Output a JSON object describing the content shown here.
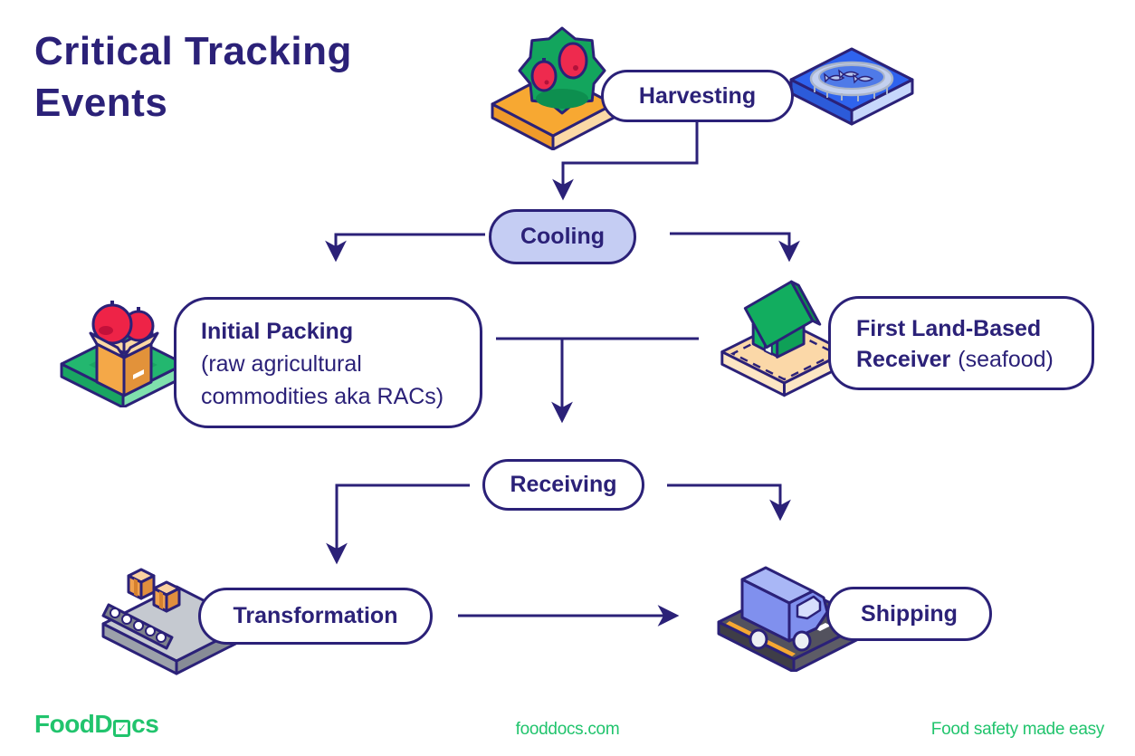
{
  "page_title": "Critical Tracking Events",
  "diagram": {
    "nodes": {
      "harvesting": {
        "label": "Harvesting"
      },
      "cooling": {
        "label": "Cooling"
      },
      "initial_packing": {
        "label": "Initial Packing",
        "sublabel": "(raw agricultural commodities aka RACs)"
      },
      "first_receiver": {
        "label_bold": "First Land-Based Receiver",
        "label_normal": "(seafood)"
      },
      "receiving": {
        "label": "Receiving"
      },
      "transformation": {
        "label": "Transformation"
      },
      "shipping": {
        "label": "Shipping"
      }
    },
    "edges": [
      {
        "from": "Harvesting",
        "to": "Cooling"
      },
      {
        "from": "Cooling",
        "to": "Initial Packing"
      },
      {
        "from": "Cooling",
        "to": "First Land-Based Receiver"
      },
      {
        "from": "Initial Packing",
        "to": "Receiving"
      },
      {
        "from": "First Land-Based Receiver",
        "to": "Receiving"
      },
      {
        "from": "Receiving",
        "to": "Transformation"
      },
      {
        "from": "Receiving",
        "to": "Shipping"
      },
      {
        "from": "Transformation",
        "to": "Shipping"
      }
    ],
    "icons": [
      "berry-bush-on-orange-platform",
      "fish-pen-on-blue-platform",
      "apple-box-on-green-platform",
      "house-on-tan-platform",
      "conveyor-boxes-on-gray-platform",
      "truck-on-road-platform"
    ]
  },
  "footer": {
    "logo_prefix": "FoodD",
    "logo_check": "✓",
    "logo_suffix": "cs",
    "logo_text": "FoodDocs",
    "center_link": "fooddocs.com",
    "tagline": "Food safety made easy"
  },
  "colors": {
    "navy": "#2b2178",
    "cooling_fill": "#c5cdf3",
    "brand_green": "#21c46d"
  }
}
